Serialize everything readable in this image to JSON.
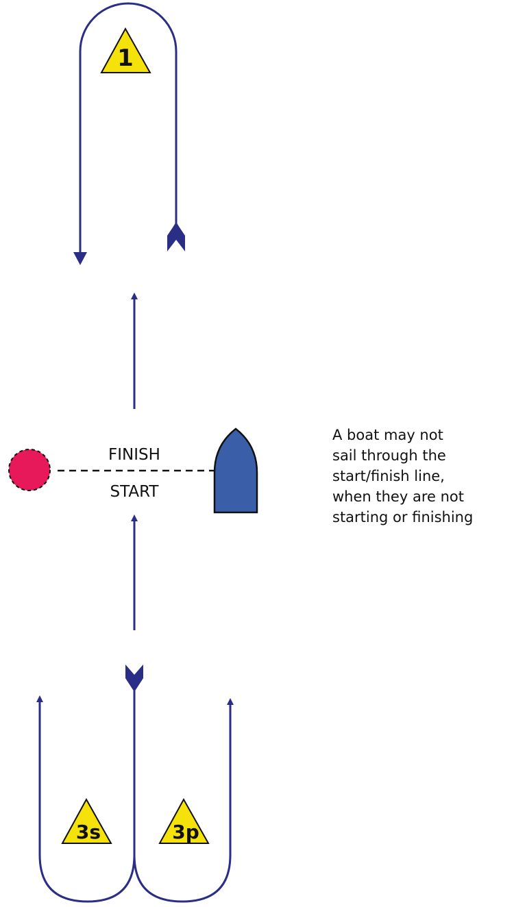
{
  "labels": {
    "finish": "FINISH",
    "start": "START"
  },
  "marks": {
    "mark1": "1",
    "mark3s": "3s",
    "mark3p": "3p"
  },
  "note": {
    "lines": [
      "A boat may not",
      "sail through the",
      "start/finish line,",
      "when they are not",
      "starting or finishing"
    ]
  },
  "colors": {
    "course_line": "#2a2e86",
    "mark_fill": "#f5e20a",
    "pin_buoy": "#e8195a",
    "committee_boat": "#3a5fa8"
  }
}
